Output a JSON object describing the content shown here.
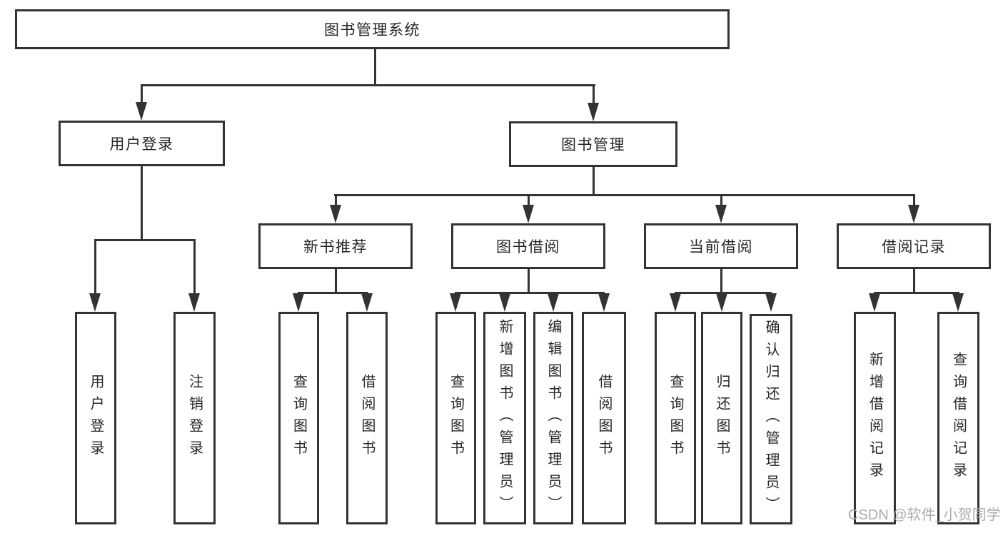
{
  "tree": {
    "root": "图书管理系统",
    "branches": [
      {
        "label": "用户登录",
        "children": [
          "用户登录",
          "注销登录"
        ]
      },
      {
        "label": "图书管理",
        "groups": [
          {
            "label": "新书推荐",
            "children": [
              "查询图书",
              "借阅图书"
            ]
          },
          {
            "label": "图书借阅",
            "children": [
              "查询图书",
              "新增图书（管理员）",
              "编辑图书（管理员）",
              "借阅图书"
            ]
          },
          {
            "label": "当前借阅",
            "children": [
              "查询图书",
              "归还图书",
              "确认归还（管理员）"
            ]
          },
          {
            "label": "借阅记录",
            "children": [
              "新增借阅记录",
              "查询借阅记录"
            ]
          }
        ]
      }
    ]
  },
  "watermark": "CSDN @软件_小贺同学",
  "colors": {
    "line": "#333333",
    "text": "#262626",
    "watermark": "#ababab",
    "background": "#ffffff"
  }
}
